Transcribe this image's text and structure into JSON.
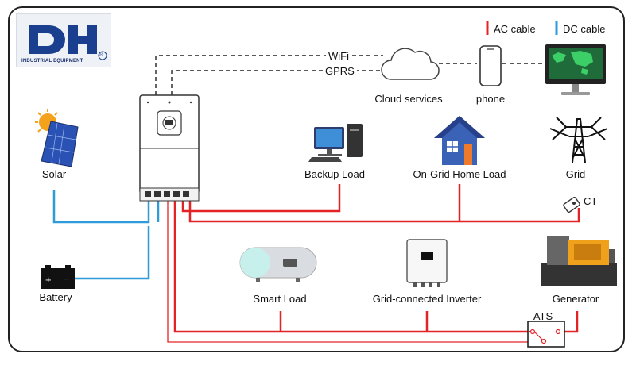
{
  "logo": {
    "letters": "DH",
    "tagline": "INDUSTRIAL EQUIPMENT",
    "mark": "®"
  },
  "legend": {
    "ac_label": "AC cable",
    "dc_label": "DC cable",
    "ac_color": "#e32427",
    "dc_color": "#2f9bd8"
  },
  "links": {
    "wifi": "WiFi",
    "gprs": "GPRS"
  },
  "components": {
    "cloud": "Cloud services",
    "phone": "phone",
    "solar": "Solar",
    "battery": "Battery",
    "backup_load": "Backup Load",
    "home_load": "On-Grid Home Load",
    "grid": "Grid",
    "ct": "CT",
    "smart_load": "Smart Load",
    "grid_inverter": "Grid-connected Inverter",
    "generator": "Generator",
    "ats": "ATS"
  },
  "icons": {
    "solar": "solar-panel-icon",
    "battery": "battery-icon",
    "inverter": "hybrid-inverter-icon",
    "cloud": "cloud-icon",
    "phone": "smartphone-icon",
    "monitor": "monitor-icon",
    "backup": "desktop-computer-icon",
    "home": "house-icon",
    "grid": "transmission-tower-icon",
    "ct": "current-transformer-icon",
    "smart_load": "water-heater-icon",
    "grid_inverter": "inverter-icon",
    "generator": "generator-icon",
    "ats": "ats-switch-icon"
  }
}
